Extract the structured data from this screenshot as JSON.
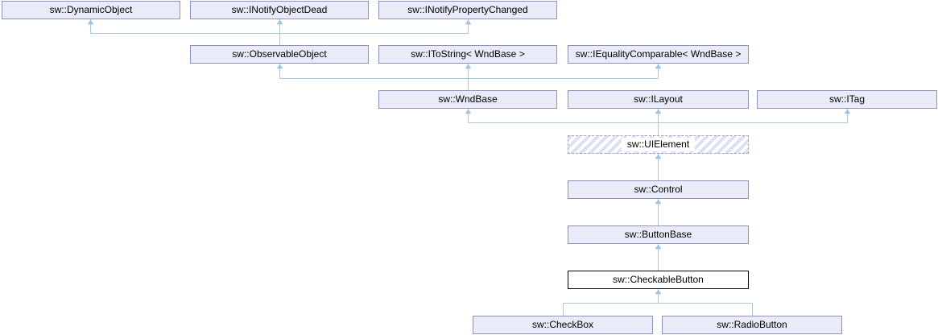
{
  "diagram": {
    "type": "class-inheritance-diagram",
    "focus_class": "sw::CheckableButton",
    "colors": {
      "node_fill": "#E9EBF8",
      "node_border": "#8893C4",
      "focal_border": "#000000",
      "focal_fill": "#FFFFFF",
      "hatched_stripe": "#DCE0F3",
      "connector": "#A6C9E2",
      "arrowhead": "#9CC3DF",
      "background": "#FFFFFF",
      "text": "#000000"
    },
    "nodes": [
      {
        "id": "dynamic-object",
        "label": "sw::DynamicObject",
        "style": "normal"
      },
      {
        "id": "inotify-object-dead",
        "label": "sw::INotifyObjectDead",
        "style": "normal"
      },
      {
        "id": "inotify-property-changed",
        "label": "sw::INotifyPropertyChanged",
        "style": "normal"
      },
      {
        "id": "observable-object",
        "label": "sw::ObservableObject",
        "style": "normal"
      },
      {
        "id": "itostring-wndbase",
        "label": "sw::IToString< WndBase >",
        "style": "normal"
      },
      {
        "id": "iequality-comparable-wndbase",
        "label": "sw::IEqualityComparable< WndBase >",
        "style": "normal"
      },
      {
        "id": "wndbase",
        "label": "sw::WndBase",
        "style": "normal"
      },
      {
        "id": "ilayout",
        "label": "sw::ILayout",
        "style": "normal"
      },
      {
        "id": "itag",
        "label": "sw::ITag",
        "style": "normal"
      },
      {
        "id": "uielement",
        "label": "sw::UIElement",
        "style": "hatched-dashed"
      },
      {
        "id": "control",
        "label": "sw::Control",
        "style": "normal"
      },
      {
        "id": "buttonbase",
        "label": "sw::ButtonBase",
        "style": "normal"
      },
      {
        "id": "checkable-button",
        "label": "sw::CheckableButton",
        "style": "focal"
      },
      {
        "id": "checkbox",
        "label": "sw::CheckBox",
        "style": "normal"
      },
      {
        "id": "radio-button",
        "label": "sw::RadioButton",
        "style": "normal"
      }
    ],
    "edges": [
      {
        "from": "observable-object",
        "to": "dynamic-object"
      },
      {
        "from": "observable-object",
        "to": "inotify-object-dead"
      },
      {
        "from": "observable-object",
        "to": "inotify-property-changed"
      },
      {
        "from": "wndbase",
        "to": "observable-object"
      },
      {
        "from": "wndbase",
        "to": "itostring-wndbase"
      },
      {
        "from": "wndbase",
        "to": "iequality-comparable-wndbase"
      },
      {
        "from": "uielement",
        "to": "wndbase"
      },
      {
        "from": "uielement",
        "to": "ilayout"
      },
      {
        "from": "uielement",
        "to": "itag"
      },
      {
        "from": "control",
        "to": "uielement"
      },
      {
        "from": "buttonbase",
        "to": "control"
      },
      {
        "from": "checkable-button",
        "to": "buttonbase"
      },
      {
        "from": "checkbox",
        "to": "checkable-button"
      },
      {
        "from": "radio-button",
        "to": "checkable-button"
      }
    ]
  }
}
